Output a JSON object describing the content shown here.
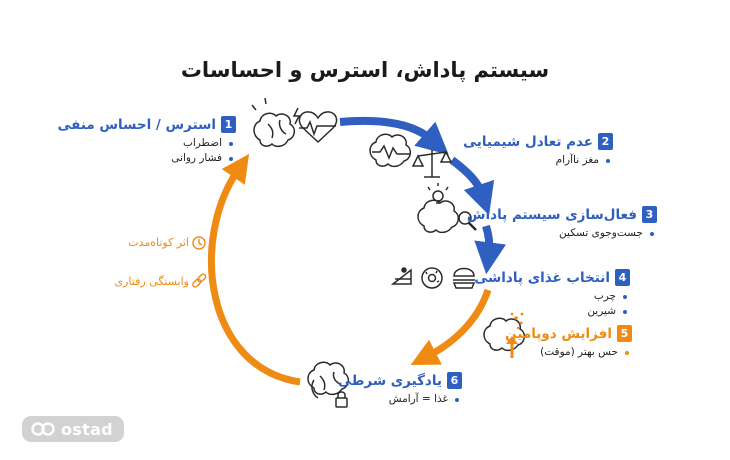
{
  "title": "سیستم پاداش، استرس و احساسات",
  "steps": [
    {
      "num": "1",
      "title": "استرس / احساس منفی",
      "bullets": [
        "اضطراب",
        "فشار روانی"
      ]
    },
    {
      "num": "2",
      "title": "عدم تعادل شیمیایی",
      "bullets": [
        "مغز ناآرام"
      ]
    },
    {
      "num": "3",
      "title": "فعال‌سازی سیستم پاداش",
      "bullets": [
        "جست‌وجوی تسکین"
      ]
    },
    {
      "num": "4",
      "title": "انتخاب غذای پاداشی",
      "bullets": [
        "چرب",
        "شیرین"
      ]
    },
    {
      "num": "5",
      "title": "افزایش دوپامین",
      "bullets": [
        "حس بهتر (موقت)"
      ]
    },
    {
      "num": "6",
      "title": "یادگیری شرطی",
      "bullets": [
        "غذا = آرامش"
      ]
    }
  ],
  "side_labels": {
    "short_term": "اثر کوتاه‌مدت",
    "dependency": "وابستگی رفتاری"
  },
  "brand": {
    "name": "ostad"
  },
  "colors": {
    "blue": "#2f5fc0",
    "orange": "#ef8b12",
    "icon": "#2b2b2b"
  },
  "icons": [
    "brain-lightning-icon",
    "heartbeat-icon",
    "brain-wave-icon",
    "balance-scale-icon",
    "brain-idea-icon",
    "search-icon",
    "cake-slice-icon",
    "donut-icon",
    "burger-icon",
    "dopamine-brain-icon",
    "brain-lock-icon",
    "clock-icon",
    "chain-link-icon",
    "ostad-logo-icon"
  ]
}
